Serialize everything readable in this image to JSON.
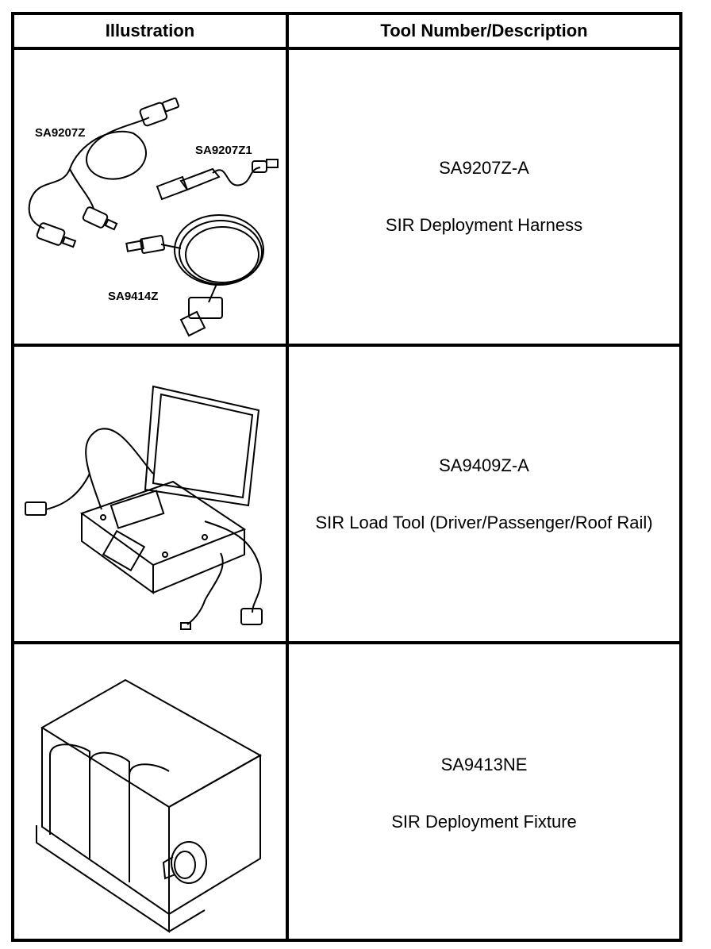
{
  "header": {
    "col1": "Illustration",
    "col2": "Tool Number/Description"
  },
  "rows": [
    {
      "tool_number": "SA9207Z-A",
      "description": "SIR Deployment Harness",
      "callouts": [
        "SA9207Z",
        "SA9207Z1",
        "SA9414Z"
      ]
    },
    {
      "tool_number": "SA9409Z-A",
      "description": "SIR Load Tool (Driver/Passenger/Roof Rail)"
    },
    {
      "tool_number": "SA9413NE",
      "description": "SIR Deployment Fixture"
    }
  ]
}
